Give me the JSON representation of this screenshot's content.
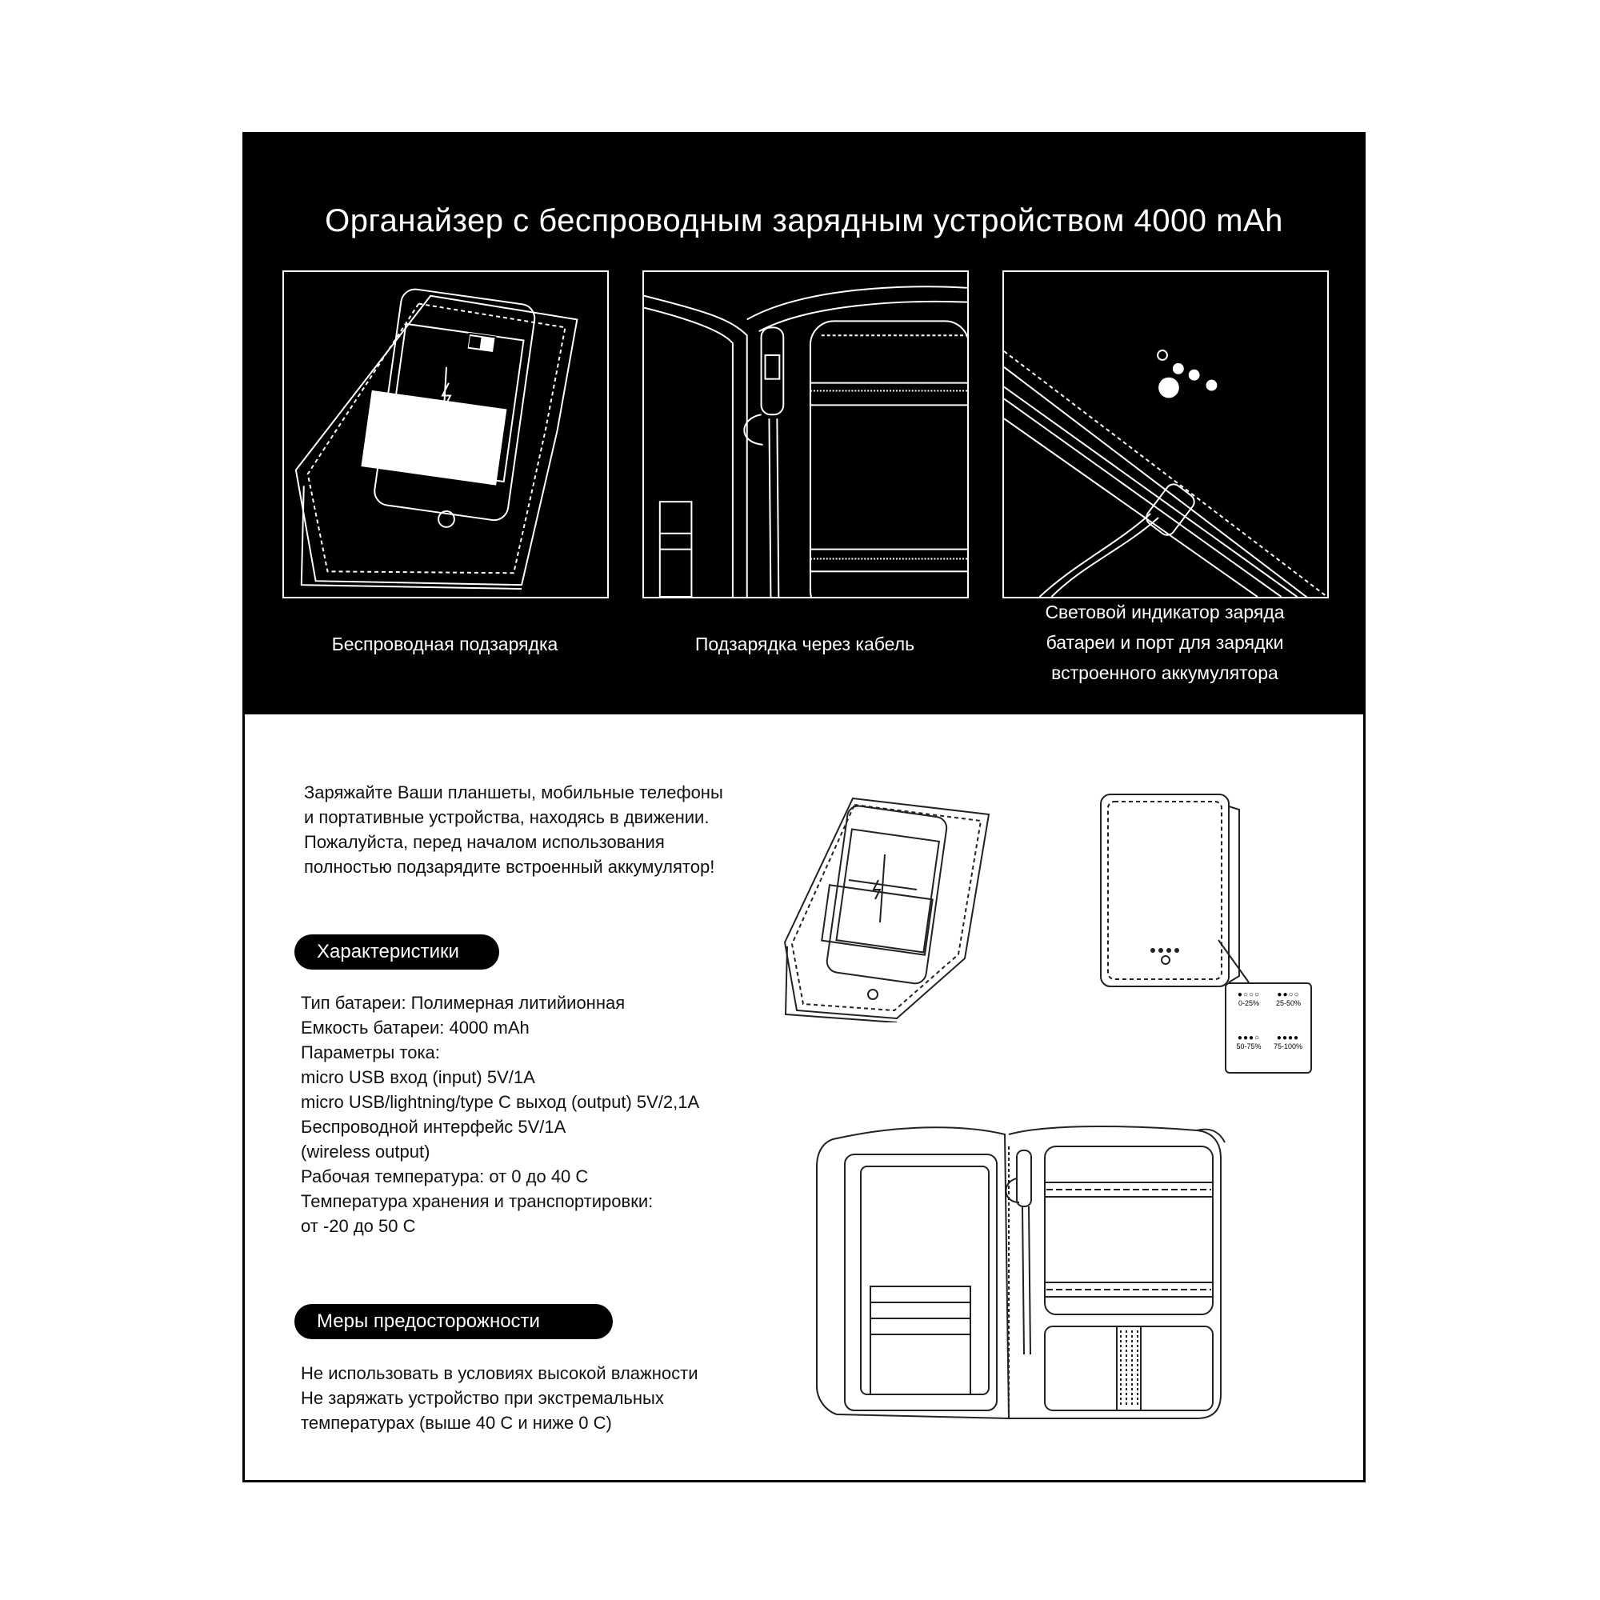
{
  "header": {
    "title": "Органайзер с беспроводным зарядным устройством 4000 mAh"
  },
  "features": [
    {
      "caption": "Беспроводная подзарядка"
    },
    {
      "caption": "Подзарядка через кабель"
    },
    {
      "caption_lines": [
        "Световой индикатор заряда",
        "батареи и порт для зарядки",
        "встроенного аккумулятора"
      ]
    }
  ],
  "intro": {
    "lines": [
      "Заряжайте Ваши планшеты, мобильные телефоны",
      "и портативные устройства, находясь в движении.",
      "Пожалуйста, перед началом использования",
      "полностью подзарядите встроенный аккумулятор!"
    ]
  },
  "specs": {
    "heading": "Характеристики",
    "lines": [
      "Тип батареи: Полимерная литийионная",
      "Емкость батареи:  4000 mAh",
      "Параметры тока:",
      "micro USB вход (input) 5V/1A",
      "micro USB/lightning/type C выход (output) 5V/2,1A",
      "Беспроводной интерфейс 5V/1A",
      "(wireless output)",
      "Рабочая температура: от 0 до 40 С",
      "Температура хранения и транспортировки:",
      "от -20 до 50 С"
    ]
  },
  "precautions": {
    "heading": "Меры предосторожности",
    "lines": [
      "Не использовать в условиях высокой влажности",
      "Не заряжать устройство при экстремальных",
      "температурах (выше 40 С и ниже 0 С)"
    ]
  },
  "indicator_legend": [
    {
      "label": "0-25%",
      "lit": 1
    },
    {
      "label": "25-50%",
      "lit": 2
    },
    {
      "label": "50-75%",
      "lit": 3
    },
    {
      "label": "75-100%",
      "lit": 4
    }
  ],
  "colors": {
    "background": "#000000",
    "text_light": "#ffffff",
    "text_dark": "#111111"
  },
  "icons": [
    "wireless-charging-icon",
    "lightning-bolt-icon",
    "battery-icon",
    "home-button-icon",
    "led-indicator-icon"
  ]
}
